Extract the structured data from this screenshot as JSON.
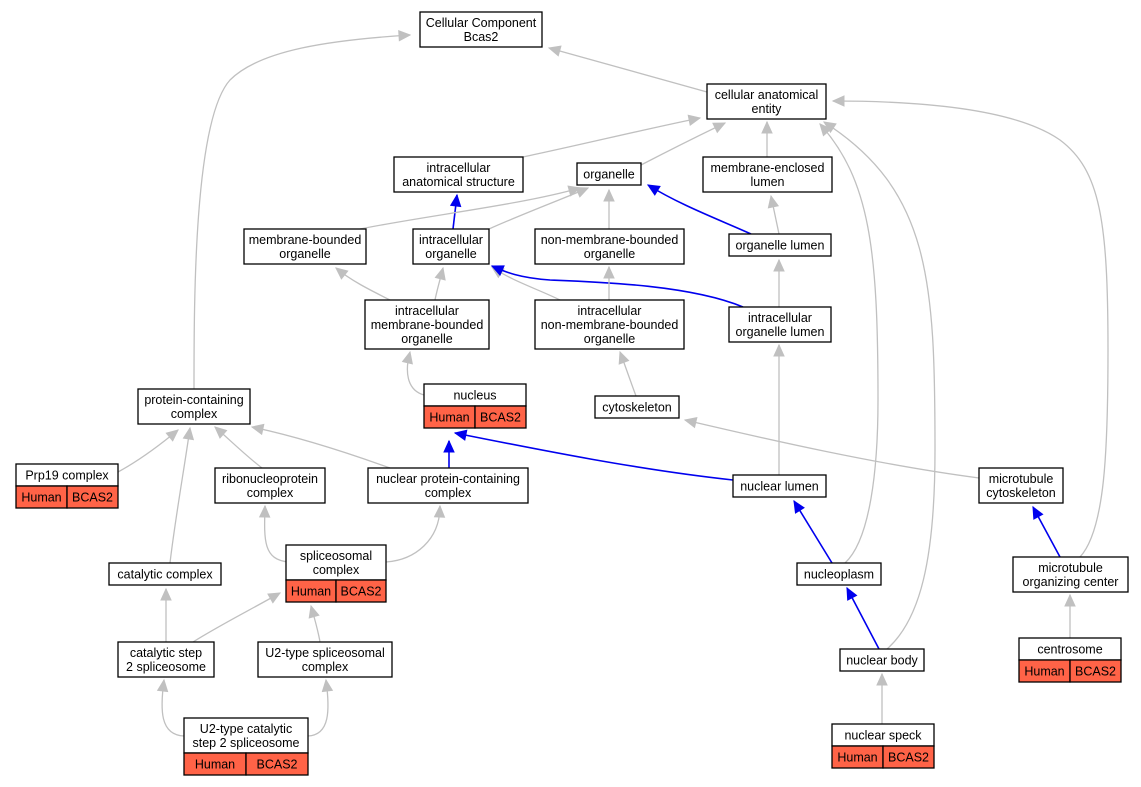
{
  "nodes": [
    {
      "id": "cc",
      "lines": [
        "Cellular Component",
        "Bcas2"
      ]
    },
    {
      "id": "cae",
      "lines": [
        "cellular anatomical",
        "entity"
      ]
    },
    {
      "id": "ias",
      "lines": [
        "intracellular",
        "anatomical structure"
      ]
    },
    {
      "id": "org",
      "lines": [
        "organelle"
      ]
    },
    {
      "id": "mel",
      "lines": [
        "membrane-enclosed",
        "lumen"
      ]
    },
    {
      "id": "mbo",
      "lines": [
        "membrane-bounded",
        "organelle"
      ]
    },
    {
      "id": "io",
      "lines": [
        "intracellular",
        "organelle"
      ]
    },
    {
      "id": "nmbo",
      "lines": [
        "non-membrane-bounded",
        "organelle"
      ]
    },
    {
      "id": "ol",
      "lines": [
        "organelle lumen"
      ]
    },
    {
      "id": "imbo",
      "lines": [
        "intracellular",
        "membrane-bounded",
        "organelle"
      ]
    },
    {
      "id": "inmbo",
      "lines": [
        "intracellular",
        "non-membrane-bounded",
        "organelle"
      ]
    },
    {
      "id": "iol",
      "lines": [
        "intracellular",
        "organelle lumen"
      ]
    },
    {
      "id": "pcc",
      "lines": [
        "protein-containing",
        "complex"
      ]
    },
    {
      "id": "nuc",
      "lines": [
        "nucleus"
      ],
      "ann": [
        "Human",
        "BCAS2"
      ]
    },
    {
      "id": "cyto",
      "lines": [
        "cytoskeleton"
      ]
    },
    {
      "id": "prp19",
      "lines": [
        "Prp19 complex"
      ],
      "ann": [
        "Human",
        "BCAS2"
      ]
    },
    {
      "id": "rnp",
      "lines": [
        "ribonucleoprotein",
        "complex"
      ]
    },
    {
      "id": "npcc",
      "lines": [
        "nuclear protein-containing",
        "complex"
      ]
    },
    {
      "id": "nl",
      "lines": [
        "nuclear lumen"
      ]
    },
    {
      "id": "mtc",
      "lines": [
        "microtubule",
        "cytoskeleton"
      ]
    },
    {
      "id": "spl",
      "lines": [
        "spliceosomal",
        "complex"
      ],
      "ann": [
        "Human",
        "BCAS2"
      ]
    },
    {
      "id": "cat",
      "lines": [
        "catalytic complex"
      ]
    },
    {
      "id": "np",
      "lines": [
        "nucleoplasm"
      ]
    },
    {
      "id": "mtoc",
      "lines": [
        "microtubule",
        "organizing center"
      ]
    },
    {
      "id": "cs2",
      "lines": [
        "catalytic step",
        "2 spliceosome"
      ]
    },
    {
      "id": "u2",
      "lines": [
        "U2-type spliceosomal",
        "complex"
      ]
    },
    {
      "id": "nb",
      "lines": [
        "nuclear body"
      ]
    },
    {
      "id": "cent",
      "lines": [
        "centrosome"
      ],
      "ann": [
        "Human",
        "BCAS2"
      ]
    },
    {
      "id": "u2cat",
      "lines": [
        "U2-type catalytic",
        "step 2 spliceosome"
      ],
      "ann": [
        "Human",
        "BCAS2"
      ]
    },
    {
      "id": "ns",
      "lines": [
        "nuclear speck"
      ],
      "ann": [
        "Human",
        "BCAS2"
      ]
    }
  ],
  "edges": [
    {
      "from": "cae",
      "to": "cc",
      "color": "gray"
    },
    {
      "from": "pcc",
      "to": "cc",
      "color": "gray"
    },
    {
      "from": "ias",
      "to": "cae",
      "color": "gray"
    },
    {
      "from": "org",
      "to": "cae",
      "color": "gray"
    },
    {
      "from": "mel",
      "to": "cae",
      "color": "gray"
    },
    {
      "from": "np",
      "to": "cae",
      "color": "gray"
    },
    {
      "from": "nb",
      "to": "cae",
      "color": "gray"
    },
    {
      "from": "mtoc",
      "to": "cae",
      "color": "gray"
    },
    {
      "from": "io",
      "to": "ias",
      "color": "blue"
    },
    {
      "from": "mbo",
      "to": "org",
      "color": "gray"
    },
    {
      "from": "io",
      "to": "org",
      "color": "gray"
    },
    {
      "from": "nmbo",
      "to": "org",
      "color": "gray"
    },
    {
      "from": "ol",
      "to": "org",
      "color": "blue"
    },
    {
      "from": "ol",
      "to": "mel",
      "color": "gray"
    },
    {
      "from": "imbo",
      "to": "mbo",
      "color": "gray"
    },
    {
      "from": "imbo",
      "to": "io",
      "color": "gray"
    },
    {
      "from": "inmbo",
      "to": "io",
      "color": "gray"
    },
    {
      "from": "iol",
      "to": "io",
      "color": "blue"
    },
    {
      "from": "inmbo",
      "to": "nmbo",
      "color": "gray"
    },
    {
      "from": "iol",
      "to": "ol",
      "color": "gray"
    },
    {
      "from": "nuc",
      "to": "imbo",
      "color": "gray"
    },
    {
      "from": "cyto",
      "to": "inmbo",
      "color": "gray"
    },
    {
      "from": "nl",
      "to": "iol",
      "color": "gray"
    },
    {
      "from": "npcc",
      "to": "nuc",
      "color": "blue"
    },
    {
      "from": "nl",
      "to": "nuc",
      "color": "blue"
    },
    {
      "from": "mtc",
      "to": "cyto",
      "color": "gray"
    },
    {
      "from": "prp19",
      "to": "pcc",
      "color": "gray"
    },
    {
      "from": "rnp",
      "to": "pcc",
      "color": "gray"
    },
    {
      "from": "npcc",
      "to": "pcc",
      "color": "gray"
    },
    {
      "from": "cat",
      "to": "pcc",
      "color": "gray"
    },
    {
      "from": "spl",
      "to": "rnp",
      "color": "gray"
    },
    {
      "from": "spl",
      "to": "npcc",
      "color": "gray"
    },
    {
      "from": "np",
      "to": "nl",
      "color": "blue"
    },
    {
      "from": "mtoc",
      "to": "mtc",
      "color": "blue"
    },
    {
      "from": "cs2",
      "to": "cat",
      "color": "gray"
    },
    {
      "from": "cs2",
      "to": "spl",
      "color": "gray"
    },
    {
      "from": "u2",
      "to": "spl",
      "color": "gray"
    },
    {
      "from": "nb",
      "to": "np",
      "color": "blue"
    },
    {
      "from": "cent",
      "to": "mtoc",
      "color": "gray"
    },
    {
      "from": "u2cat",
      "to": "cs2",
      "color": "gray"
    },
    {
      "from": "u2cat",
      "to": "u2",
      "color": "gray"
    },
    {
      "from": "ns",
      "to": "nb",
      "color": "gray"
    }
  ]
}
